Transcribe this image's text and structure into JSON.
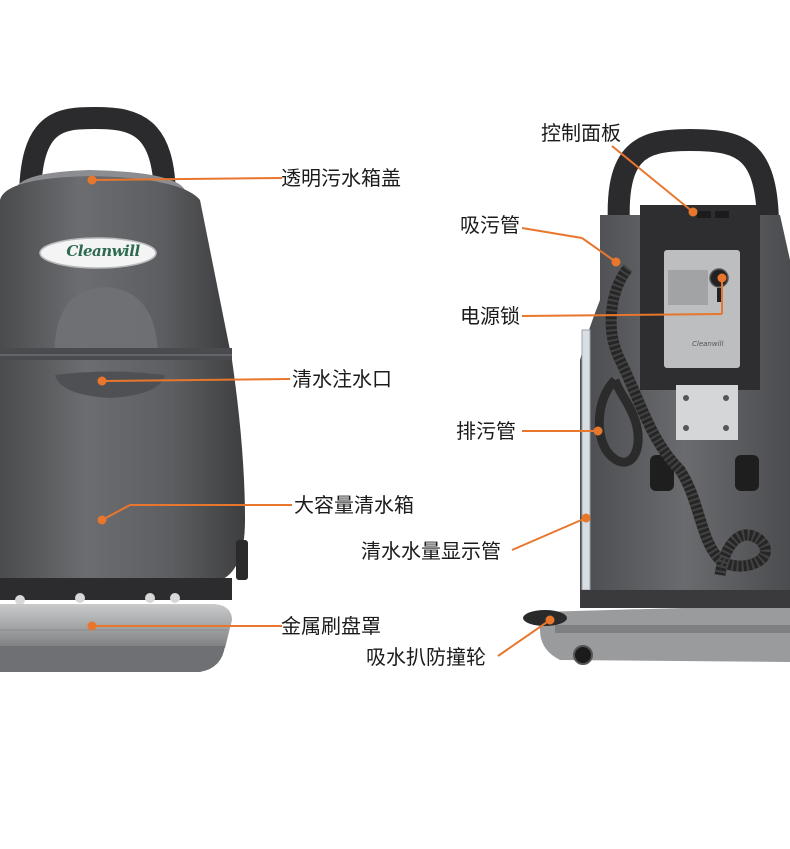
{
  "brand": "Cleanwill",
  "colors": {
    "leader_line": "#e8762c",
    "body_plastic": "#5b5c5e",
    "metal": "#a7a8aa"
  },
  "callouts": {
    "clean_water_tank_lid": "透明污水箱盖",
    "water_inlet": "清水注水口",
    "large_tank": "大容量清水箱",
    "brush_cover": "金属刷盘罩",
    "control_panel": "控制面板",
    "suction_hose": "吸污管",
    "power_lock": "电源锁",
    "drain_hose": "排污管",
    "level_tube": "清水水量显示管",
    "squeegee_wheel": "吸水扒防撞轮"
  }
}
